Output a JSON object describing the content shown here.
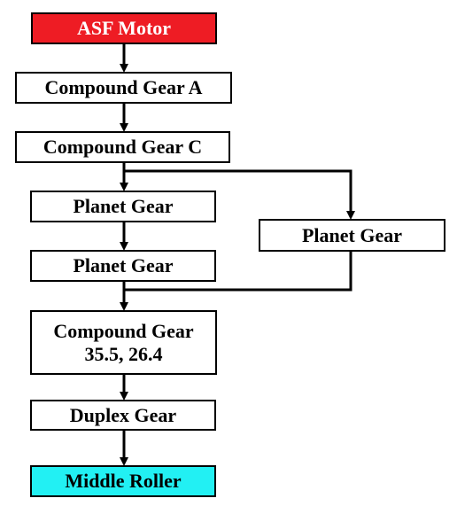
{
  "diagram": {
    "nodes": {
      "asf_motor": {
        "label": "ASF Motor",
        "fill": "#ee1c24"
      },
      "compound_gear_a": {
        "label": "Compound Gear A"
      },
      "compound_gear_c": {
        "label": "Compound Gear C"
      },
      "planet_gear_1": {
        "label": "Planet Gear"
      },
      "planet_gear_2": {
        "label": "Planet Gear"
      },
      "planet_gear_3": {
        "label": "Planet Gear"
      },
      "compound_gear_355": {
        "label": "Compound Gear\n35.5, 26.4"
      },
      "duplex_gear": {
        "label": "Duplex Gear"
      },
      "middle_roller": {
        "label": "Middle Roller",
        "fill": "#22f0f3"
      }
    },
    "edges": [
      [
        "asf_motor",
        "compound_gear_a"
      ],
      [
        "compound_gear_a",
        "compound_gear_c"
      ],
      [
        "compound_gear_c",
        "planet_gear_1"
      ],
      [
        "compound_gear_c",
        "planet_gear_3"
      ],
      [
        "planet_gear_1",
        "planet_gear_2"
      ],
      [
        "planet_gear_2",
        "compound_gear_355"
      ],
      [
        "planet_gear_3",
        "compound_gear_355"
      ],
      [
        "compound_gear_355",
        "duplex_gear"
      ],
      [
        "duplex_gear",
        "middle_roller"
      ]
    ],
    "line_color": "#000000"
  }
}
